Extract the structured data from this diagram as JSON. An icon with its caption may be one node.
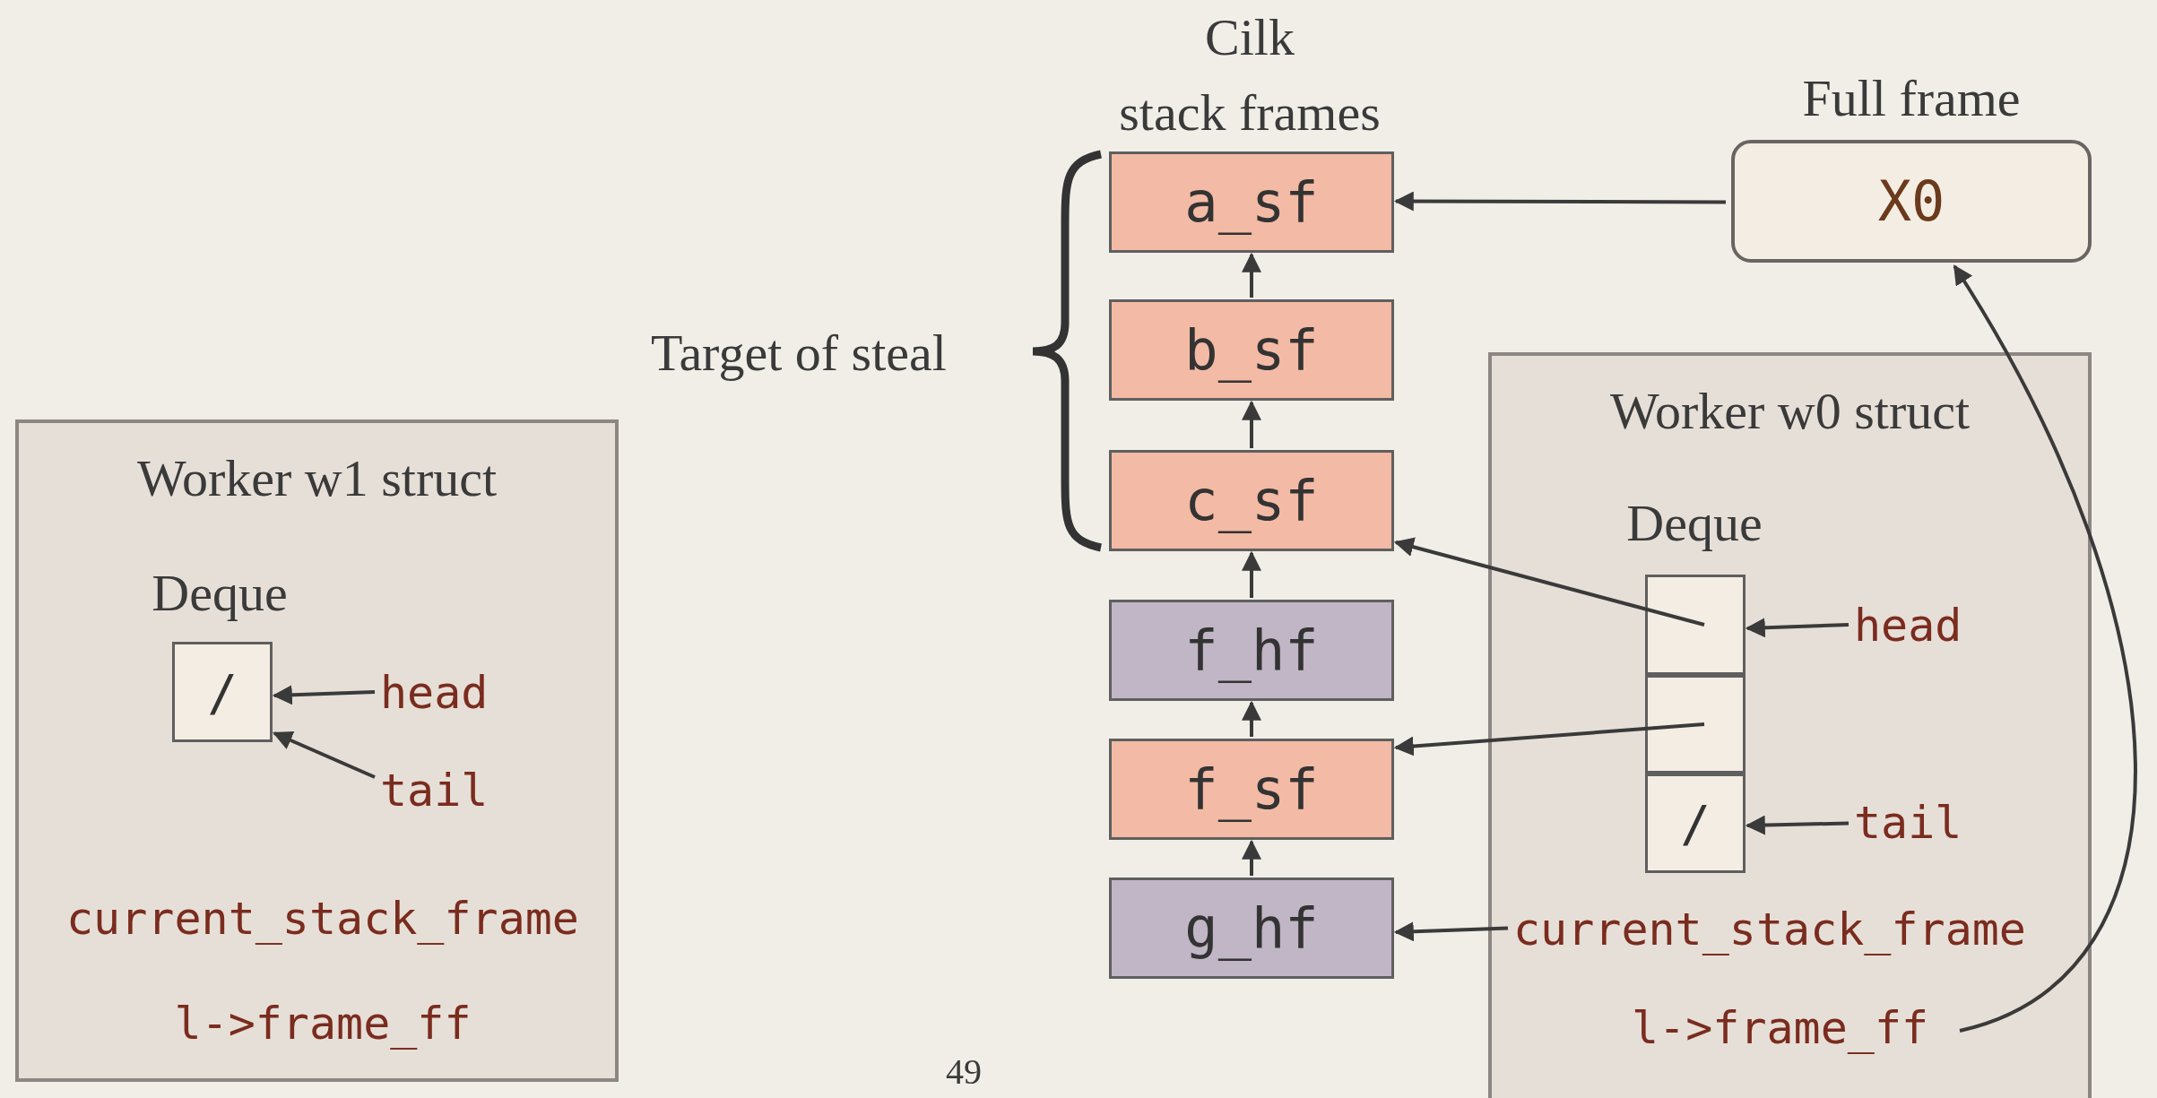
{
  "diagram": {
    "nodes": [
      {
        "text": [
          "a_sf"
        ]
      },
      {
        "text": [
          "b_sf"
        ]
      },
      {
        "text": [
          "c_sf"
        ]
      },
      {
        "text": [
          "f_hf"
        ]
      },
      {
        "text": [
          "f_sf"
        ]
      },
      {
        "text": [
          "g_hf"
        ]
      },
      {
        "text": [
          "Full frame",
          "X0"
        ]
      },
      {
        "text": [
          "Worker w0 struct"
        ]
      },
      {
        "text": [],
        "shape": "box",
        "in": 7
      },
      {
        "text": [],
        "shape": "box",
        "in": 7
      },
      {
        "text": [
          "/"
        ],
        "in": 7
      },
      {
        "text": [
          "head"
        ],
        "in": 7
      },
      {
        "text": [
          "tail"
        ],
        "in": 7
      },
      {
        "text": [
          "current_stack_frame"
        ],
        "in": 7
      },
      {
        "text": [
          "l->frame_ff"
        ],
        "in": 7
      },
      {
        "text": [
          "Worker w1 struct"
        ]
      },
      {
        "text": [
          "/"
        ],
        "in": 15
      },
      {
        "text": [
          "head"
        ],
        "in": 15
      },
      {
        "text": [
          "tail"
        ],
        "in": 15
      }
    ],
    "edges": [
      {
        "from": 1,
        "to": 0,
        "arrow": "to"
      },
      {
        "from": 2,
        "to": 1,
        "arrow": "to"
      },
      {
        "from": 3,
        "to": 2,
        "arrow": "to"
      },
      {
        "from": 4,
        "to": 3,
        "arrow": "to"
      },
      {
        "from": 5,
        "to": 4,
        "arrow": "to"
      },
      {
        "from": 6,
        "to": 0,
        "arrow": "to"
      },
      {
        "from": 8,
        "to": 2,
        "arrow": "to"
      },
      {
        "from": 9,
        "to": 4,
        "arrow": "to"
      },
      {
        "from": 11,
        "to": 8,
        "arrow": "to"
      },
      {
        "from": 12,
        "to": 10,
        "arrow": "to"
      },
      {
        "from": 13,
        "to": 5,
        "arrow": "to"
      },
      {
        "from": 14,
        "to": 6,
        "arrow": "to"
      },
      {
        "from": 17,
        "to": 16,
        "arrow": "to"
      },
      {
        "from": 18,
        "to": 16,
        "arrow": "to"
      }
    ],
    "labels": [
      "Cilk",
      "stack frames",
      "Target of steal",
      "Deque",
      "Deque",
      "current_stack_frame",
      "l->frame_ff",
      "49"
    ]
  }
}
